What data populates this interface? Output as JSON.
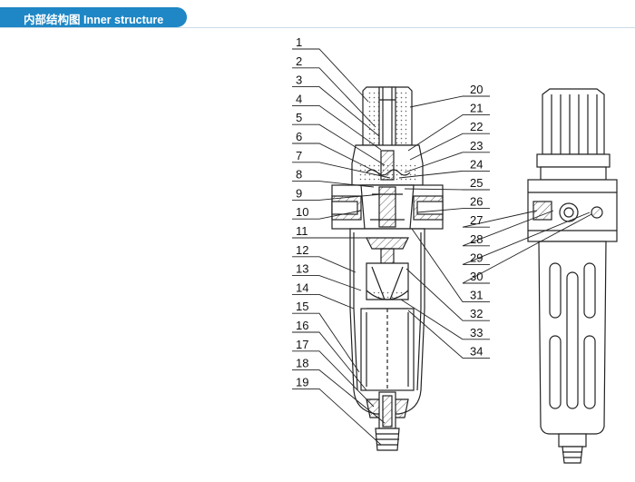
{
  "header": {
    "title": "内部结构图 Inner structure",
    "accent_color": "#1f87c5"
  },
  "callouts_left": [
    "1",
    "2",
    "3",
    "4",
    "5",
    "6",
    "7",
    "8",
    "9",
    "10",
    "11",
    "12",
    "13",
    "14",
    "15",
    "16",
    "17",
    "18",
    "19"
  ],
  "callouts_right": [
    "20",
    "21",
    "22",
    "23",
    "24",
    "25",
    "26",
    "27",
    "28",
    "29",
    "30",
    "31",
    "32",
    "33",
    "34"
  ]
}
